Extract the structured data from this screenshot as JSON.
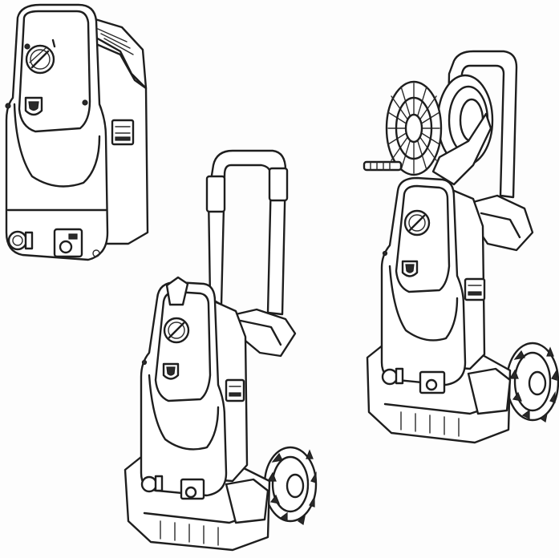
{
  "figure": {
    "views": [
      {
        "id": "body-only",
        "label": ""
      },
      {
        "id": "with-handle",
        "label": ""
      },
      {
        "id": "with-hose-reel",
        "label": ""
      }
    ],
    "colors": {
      "ink": "#1e1e1e",
      "paper": "#fdfdfd"
    }
  }
}
